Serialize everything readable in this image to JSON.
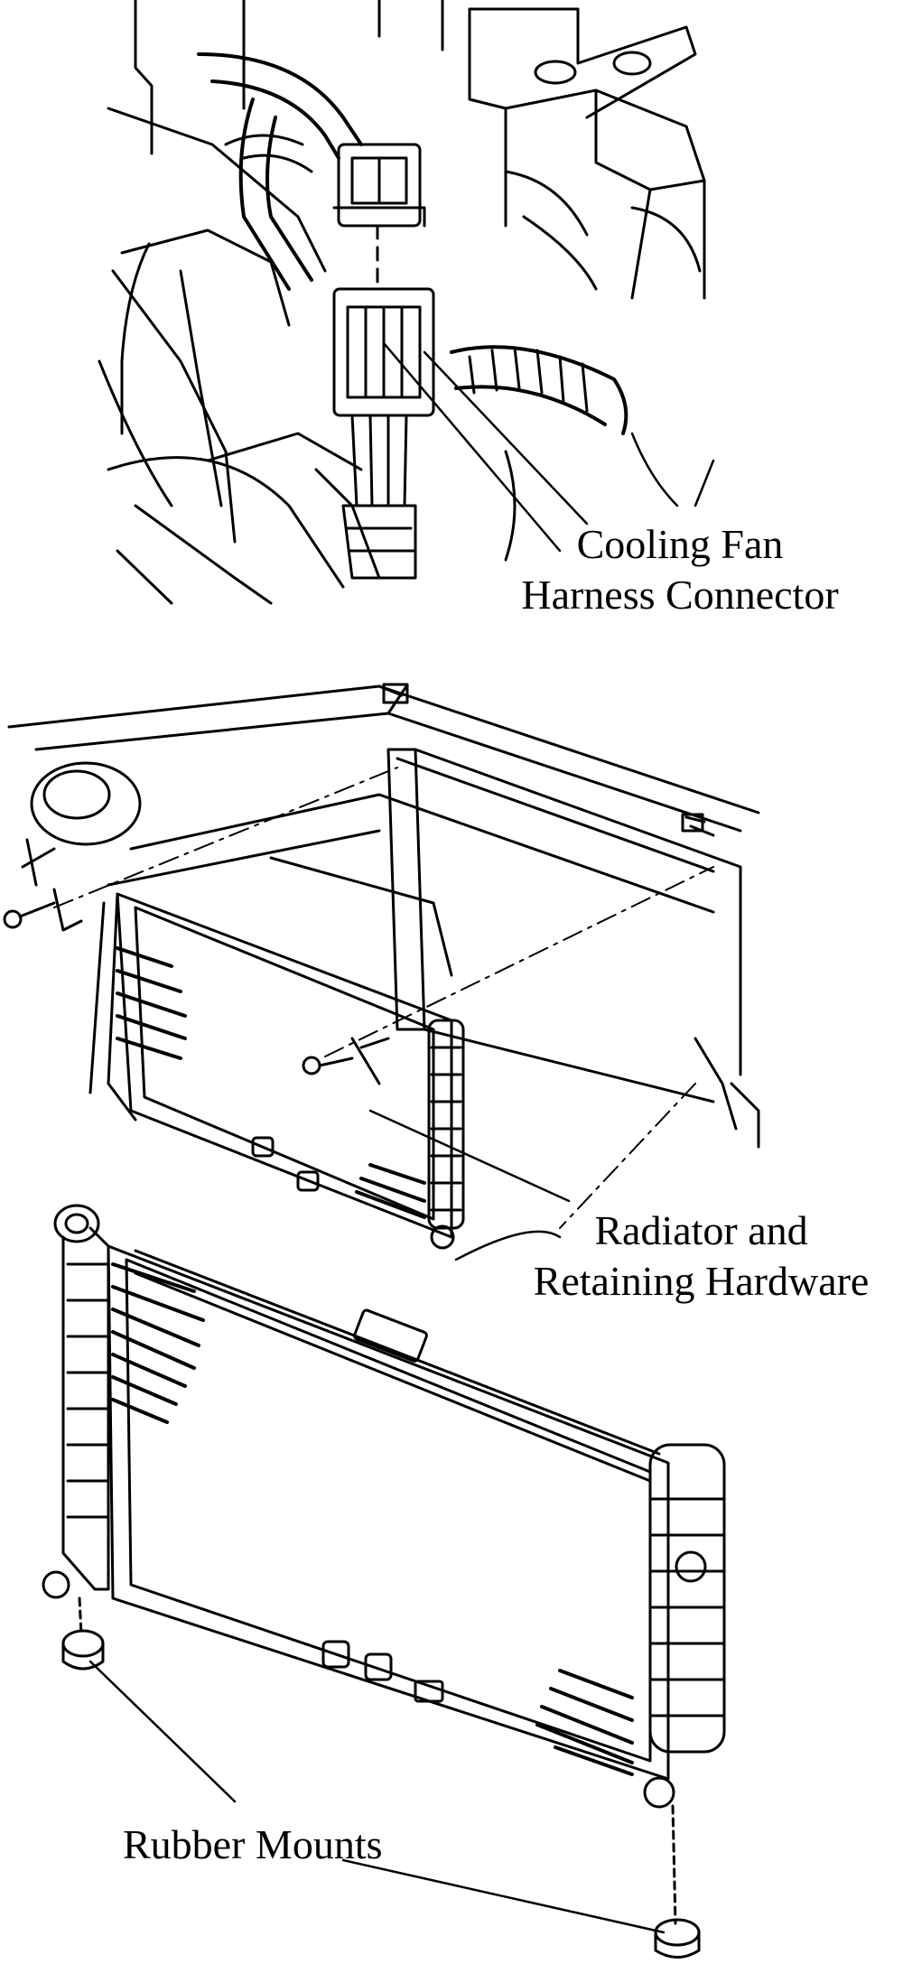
{
  "labels": {
    "fan_connector": {
      "line1": "Cooling Fan",
      "line2": "Harness Connector"
    },
    "radiator": {
      "line1": "Radiator and",
      "line2": "Retaining Hardware"
    },
    "mounts": {
      "line1": "Rubber Mounts"
    }
  },
  "colors": {
    "ink": "#000000",
    "paper": "#ffffff"
  }
}
